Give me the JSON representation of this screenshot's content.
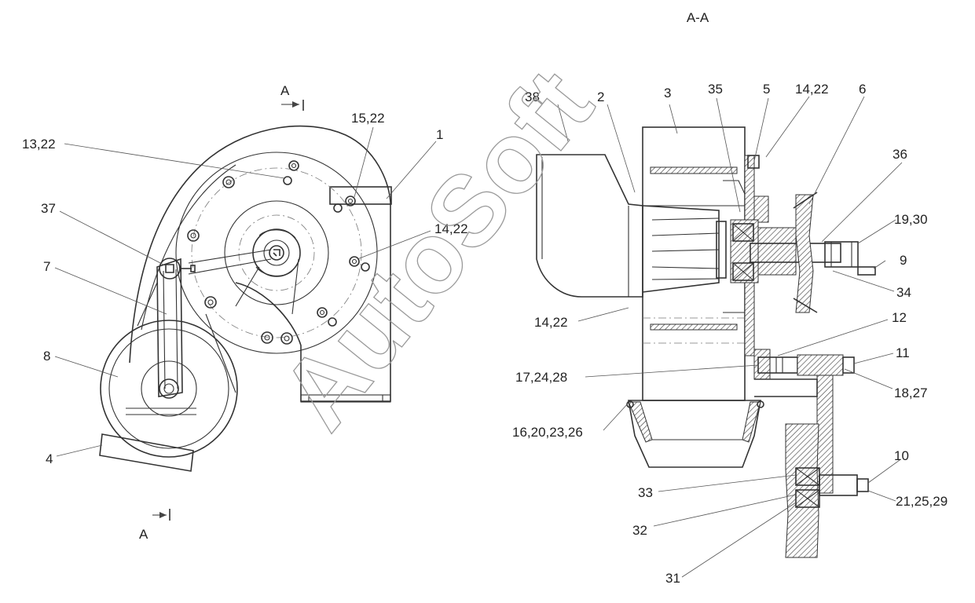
{
  "section_title": "A-A",
  "section_marks": {
    "top": "A",
    "bottom": "A"
  },
  "watermark": "AutoSoft",
  "callouts": {
    "left": [
      "13,22",
      "15,22",
      "1",
      "37",
      "14,22",
      "7",
      "8",
      "4"
    ],
    "right": [
      "38",
      "2",
      "3",
      "35",
      "5",
      "14,22",
      "6",
      "36",
      "19,30",
      "9",
      "34",
      "14,22",
      "12",
      "11",
      "17,24,28",
      "18,27",
      "16,20,23,26",
      "10",
      "33",
      "21,25,29",
      "32",
      "31"
    ]
  },
  "colors": {
    "line": "#333333",
    "text": "#222222",
    "watermark": "#9a9a9a"
  }
}
